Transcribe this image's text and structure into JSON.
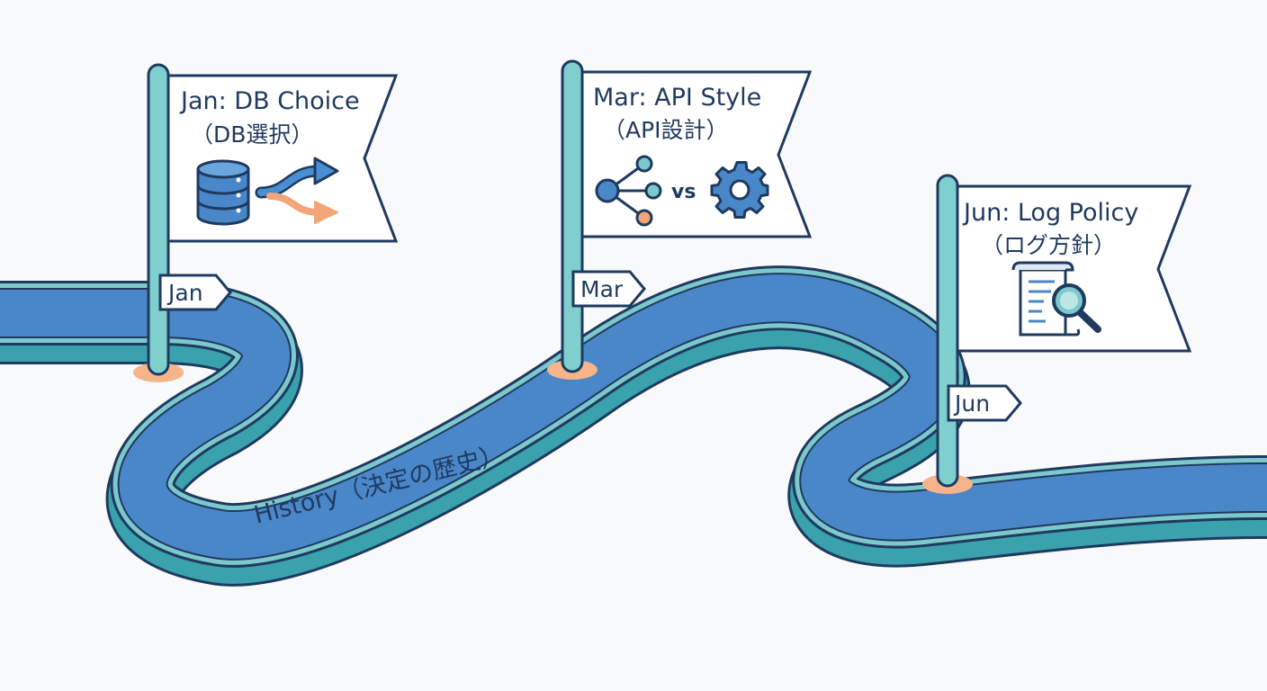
{
  "road": {
    "label": "History（決定の歴史）"
  },
  "milestones": [
    {
      "tag": "Jan",
      "title": "Jan: DB Choice",
      "subtitle": "（DB選択）",
      "icon": "database-branch-icon"
    },
    {
      "tag": "Mar",
      "title": "Mar: API Style",
      "subtitle": "（API設計）",
      "icon": "network-vs-gear-icon",
      "vs": "vs"
    },
    {
      "tag": "Jun",
      "title": "Jun: Log Policy",
      "subtitle": "（ログ方針）",
      "icon": "document-search-icon"
    }
  ],
  "colors": {
    "road_fill": "#4a87c9",
    "road_edge": "#7cc8cc",
    "road_side": "#3aa2ad",
    "outline": "#1f3a5f",
    "pole": "#80cfcf",
    "base": "#f6b48b",
    "arrow_blue": "#4a8fd4",
    "arrow_orange": "#f3a57a",
    "background": "#f7f9fb"
  }
}
